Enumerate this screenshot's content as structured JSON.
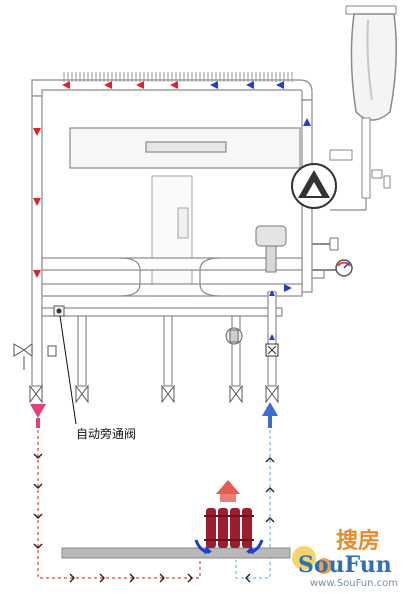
{
  "diagram": {
    "labels": {
      "bypass_valve": "自动旁通阀"
    },
    "colors": {
      "pipe_fill": "#ffffff",
      "pipe_stroke": "#8a8a8a",
      "hot_flow": "#e0202a",
      "cold_flow": "#1f3fcf",
      "return_flow": "#3a6fd1",
      "supply_dashed": "#e04040",
      "return_dashed": "#6fb8e0",
      "radiator": "#9b1e2e",
      "heat_arrow": "#e04a3a",
      "floor_slab": "#b8b8b8"
    }
  },
  "watermark": {
    "cn": "搜房",
    "en": "SouFun",
    "url": "www.SouFun.com"
  }
}
